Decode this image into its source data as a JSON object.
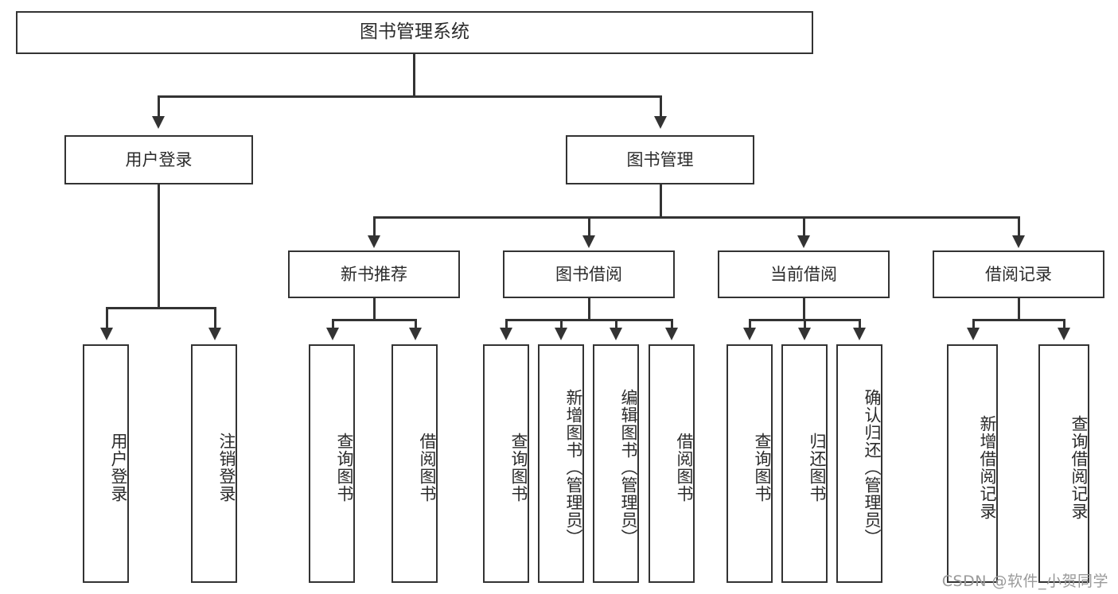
{
  "diagram": {
    "title": "图书管理系统",
    "root": {
      "label": "图书管理系统"
    },
    "level2": [
      {
        "label": "用户登录"
      },
      {
        "label": "图书管理"
      }
    ],
    "level3": [
      {
        "label": "新书推荐"
      },
      {
        "label": "图书借阅"
      },
      {
        "label": "当前借阅"
      },
      {
        "label": "借阅记录"
      }
    ],
    "leaves": {
      "user_login": [
        {
          "label": "用户登录"
        },
        {
          "label": "注销登录"
        }
      ],
      "new_book": [
        {
          "label": "查询图书"
        },
        {
          "label": "借阅图书"
        }
      ],
      "book_borrow": [
        {
          "label": "查询图书"
        },
        {
          "label": "新增图书（管理员）"
        },
        {
          "label": "编辑图书（管理员）"
        },
        {
          "label": "借阅图书"
        }
      ],
      "current_borrow": [
        {
          "label": "查询图书"
        },
        {
          "label": "归还图书"
        },
        {
          "label": "确认归还（管理员）"
        }
      ],
      "borrow_record": [
        {
          "label": "新增借阅记录"
        },
        {
          "label": "查询借阅记录"
        }
      ]
    }
  },
  "watermark": {
    "text": "CSDN @软件_小贺同学"
  },
  "colors": {
    "border": "#333333",
    "text": "#2b2b2b",
    "background": "#ffffff",
    "watermark": "#9a9a9a"
  }
}
